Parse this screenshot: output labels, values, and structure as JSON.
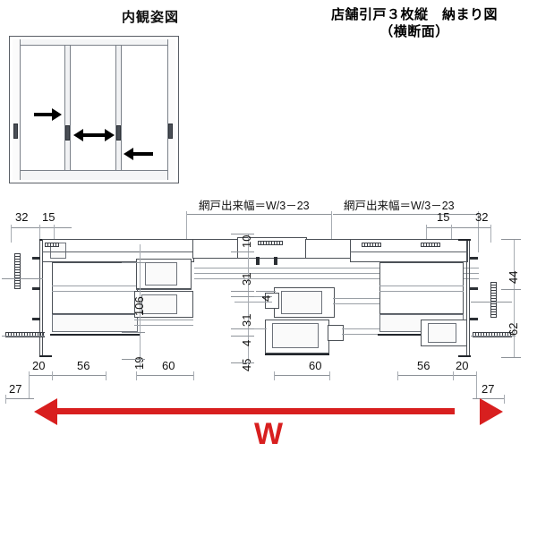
{
  "headings": {
    "elevation": "内観姿図",
    "title_line1": "店舗引戸３枚縦　納まり図",
    "title_line2": "（横断面）"
  },
  "elevation": {
    "panel_arrows": [
      {
        "name": "panel-left-arrow",
        "direction": "right"
      },
      {
        "name": "panel-center-arrow",
        "direction": "both"
      },
      {
        "name": "panel-right-arrow",
        "direction": "left"
      }
    ]
  },
  "section": {
    "screen_width_note_left": "網戸出来幅＝W/3－23",
    "screen_width_note_right": "網戸出来幅＝W/3－23",
    "top_dims_left": [
      "32",
      "15"
    ],
    "top_dims_right": [
      "15",
      "32"
    ],
    "bottom_dims_left": [
      "20",
      "56",
      "60"
    ],
    "bottom_dims_right": [
      "60",
      "56",
      "20"
    ],
    "edge_dim_left": "27",
    "edge_dim_right": "27",
    "vertical_dims_left": [
      "106",
      "19"
    ],
    "vertical_dims_center": [
      "10",
      "31",
      "4",
      "31",
      "4",
      "45"
    ],
    "vertical_dims_right": [
      "44",
      "62"
    ]
  },
  "overall": {
    "w_label": "W",
    "w_color": "#d81f1f"
  }
}
